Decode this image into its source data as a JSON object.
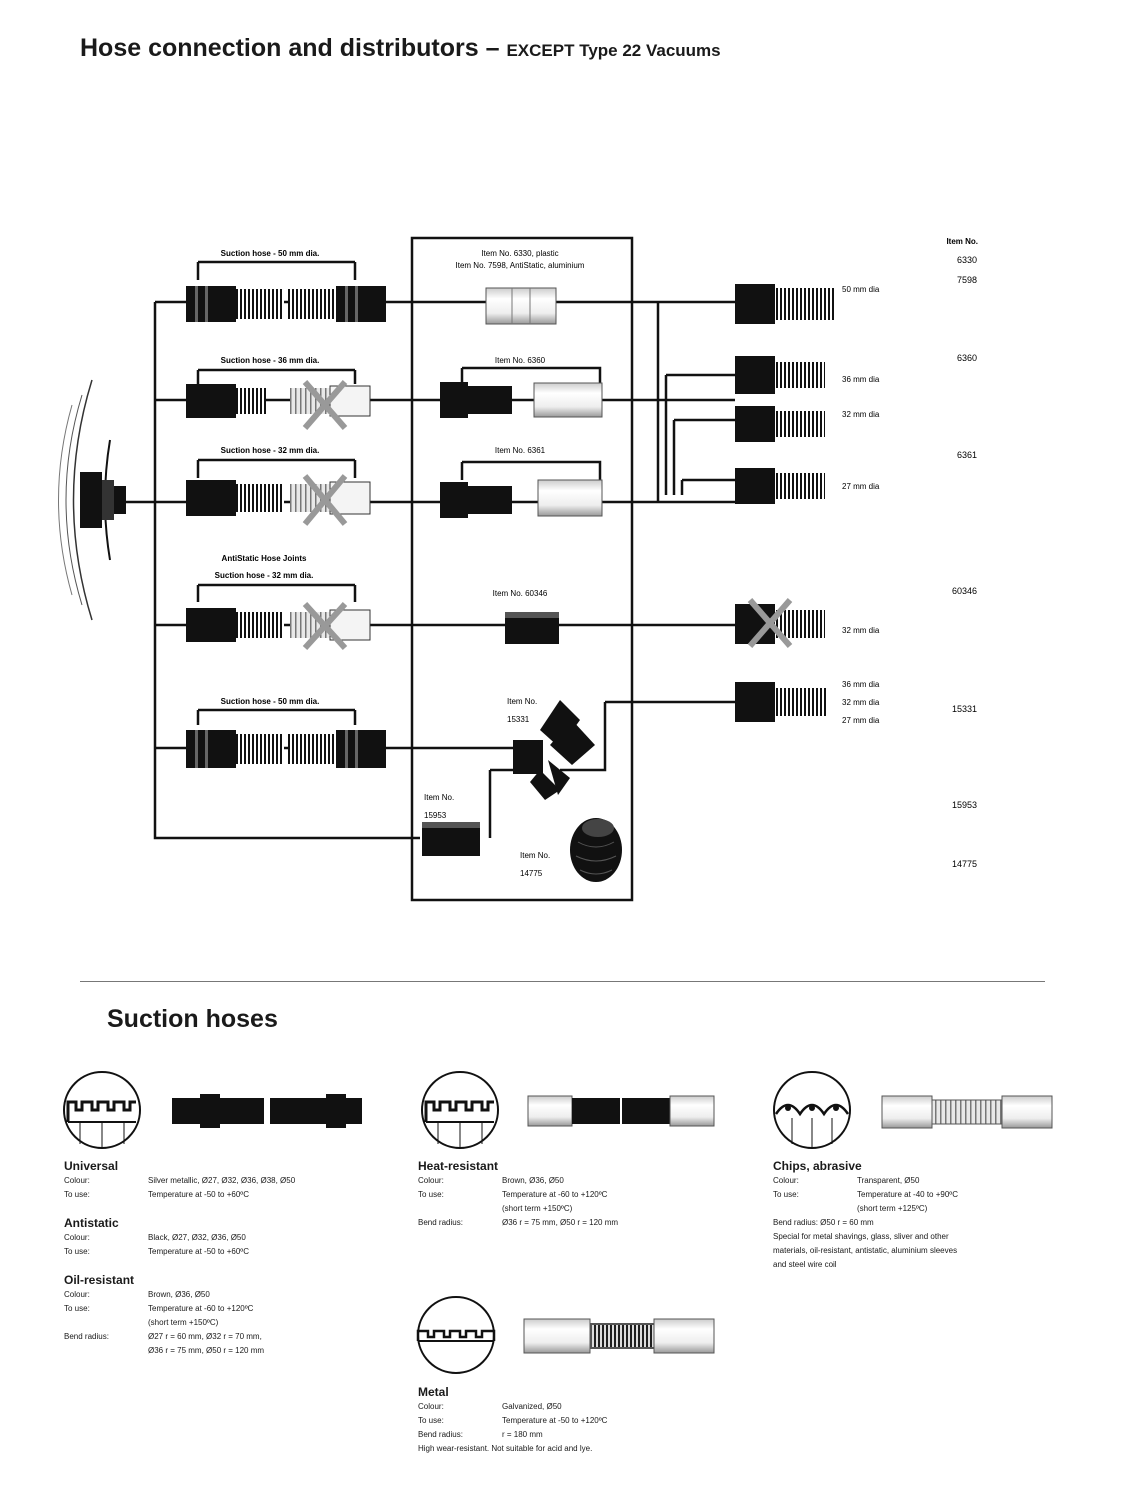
{
  "header": {
    "title": "Hose connection and distributors",
    "title_sep": " – ",
    "subtitle": "EXCEPT Type 22 Vacuums"
  },
  "diagram": {
    "item_col_header": "Item No.",
    "labels": {
      "suction_50_a": "Suction hose - 50 mm dia.",
      "suction_36": "Suction hose - 36 mm dia.",
      "suction_32": "Suction hose - 32 mm dia.",
      "antistatic_joints": "AntiStatic Hose Joints",
      "suction_32_b": "Suction hose - 32 mm dia.",
      "suction_50_b": "Suction hose - 50 mm dia.",
      "item_6330_l1": "Item No. 6330, plastic",
      "item_6330_l2": "Item No. 7598, AntiStatic, aluminium",
      "item_6360": "Item No. 6360",
      "item_6361": "Item No. 6361",
      "item_60346": "Item No. 60346",
      "item_15331_l1": "Item No.",
      "item_15331_l2": "15331",
      "item_15953_l1": "Item No.",
      "item_15953_l2": "15953",
      "item_14775_l1": "Item No.",
      "item_14775_l2": "14775",
      "dia_50": "50 mm dia",
      "dia_36": "36 mm dia",
      "dia_32": "32 mm dia",
      "dia_27": "27 mm dia",
      "dia_32_b": "32 mm dia",
      "dia_36_c": "36 mm dia",
      "dia_32_c": "32 mm dia",
      "dia_27_c": "27 mm dia"
    },
    "item_numbers": [
      "6330",
      "7598",
      "6360",
      "6361",
      "60346",
      "15331",
      "15953",
      "14775"
    ]
  },
  "section": {
    "title": "Suction hoses"
  },
  "hoses": {
    "universal": {
      "name": "Universal",
      "colour_label": "Colour:",
      "colour": "Silver metallic, Ø27, Ø32, Ø36, Ø38, Ø50",
      "use_label": "To use:",
      "use": "Temperature at -50 to +60ºC"
    },
    "antistatic": {
      "name": "Antistatic",
      "colour_label": "Colour:",
      "colour": "Black, Ø27, Ø32, Ø36, Ø50",
      "use_label": "To use:",
      "use": "Temperature at -50 to +60ºC"
    },
    "oil": {
      "name": "Oil-resistant",
      "colour_label": "Colour:",
      "colour": "Brown, Ø36, Ø50",
      "use_label": "To use:",
      "use": "Temperature at -60 to +120ºC",
      "use2": "(short term +150ºC)",
      "bend_label": "Bend radius:",
      "bend": "Ø27 r = 60 mm, Ø32 r = 70 mm,",
      "bend2": "Ø36 r = 75 mm, Ø50 r = 120 mm"
    },
    "heat": {
      "name": "Heat-resistant",
      "colour_label": "Colour:",
      "colour": "Brown, Ø36, Ø50",
      "use_label": "To use:",
      "use": "Temperature at -60 to +120ºC",
      "use2": "(short term +150ºC)",
      "bend_label": "Bend radius:",
      "bend": "Ø36 r = 75 mm, Ø50 r = 120 mm"
    },
    "chips": {
      "name": "Chips, abrasive",
      "colour_label": "Colour:",
      "colour": "Transparent, Ø50",
      "use_label": "To use:",
      "use": "Temperature at -40 to +90ºC",
      "use2": "(short term +125ºC)",
      "bend": "Bend radius: Ø50 r = 60 mm",
      "special1": "Special for metal shavings, glass, sliver and other",
      "special2": "materials, oil-resistant, antistatic, aluminium sleeves",
      "special3": "and steel wire coil"
    },
    "metal": {
      "name": "Metal",
      "colour_label": "Colour:",
      "colour": "Galvanized, Ø50",
      "use_label": "To use:",
      "use": "Temperature at -50 to +120ºC",
      "bend_label": "Bend radius:",
      "bend": "r = 180 mm",
      "note": "High wear-resistant. Not suitable for acid and lye."
    }
  }
}
